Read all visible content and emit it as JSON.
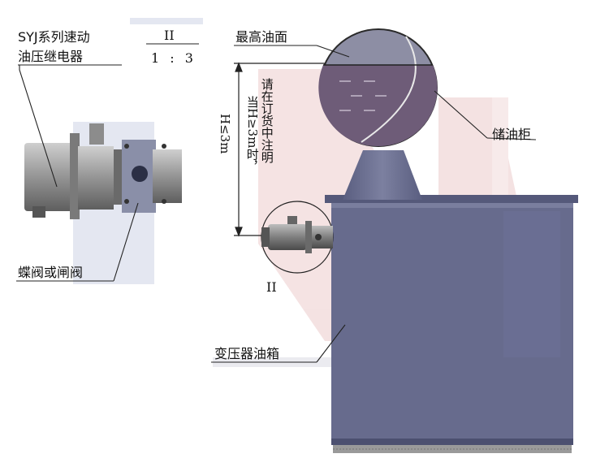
{
  "labels": {
    "relay_title_line1": "SYJ系列速动",
    "relay_title_line2": "油压继电器",
    "view_roman": "II",
    "scale": "1 : 3",
    "max_oil_level": "最高油面",
    "conservator": "储油柜",
    "valve": "蝶阀或闸阀",
    "detail_marker": "II",
    "transformer_tank": "变压器油箱",
    "height_line1": "H≤3m",
    "height_line2": "当H≥3m时，",
    "height_line3": "请在订货中注明"
  },
  "colors": {
    "tank_fill": "#676b8d",
    "tank_dark": "#55597a",
    "oil_fill": "#6e5c78",
    "pink_band": "#f3dede",
    "blue_band": "#dfe3ef",
    "relay_body": "#8a8a8a",
    "relay_light": "#c9c9c9"
  },
  "icons": [
    "oil-level-symbol",
    "detail-circle"
  ]
}
